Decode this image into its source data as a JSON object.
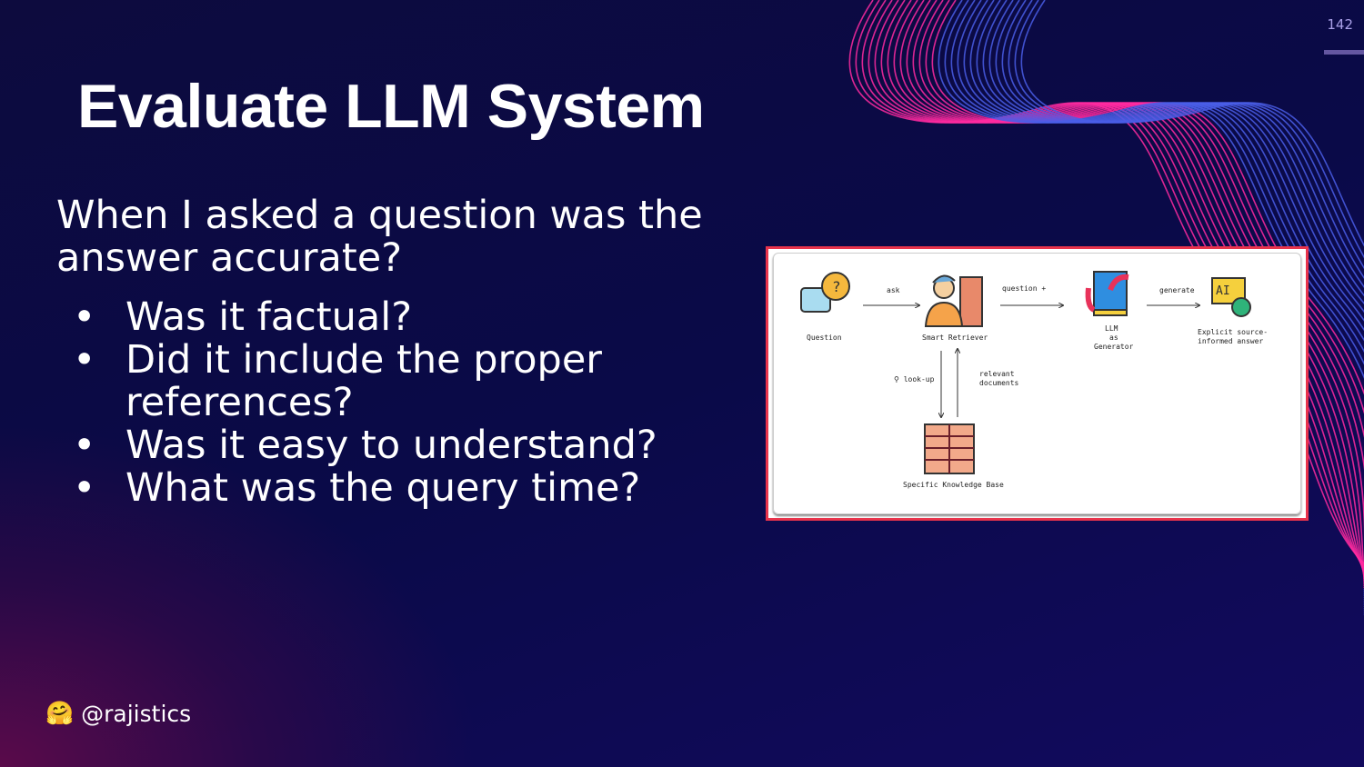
{
  "slide": {
    "number": "142",
    "title": "Evaluate LLM System",
    "intro": "When I asked a question was the answer accurate?",
    "bullets": [
      "Was it factual?",
      "Did it include the proper references?",
      "Was it easy to understand?",
      "What was the query time?"
    ],
    "bullet_symbol": "•"
  },
  "diagram": {
    "question": "Question",
    "ask": "ask",
    "retriever": "Smart Retriever",
    "question_plus": "question +",
    "llm": "LLM",
    "as": "as",
    "generator": "Generator",
    "generate": "generate",
    "answer1": "Explicit source-",
    "answer2": "informed answer",
    "lookup": "look-up",
    "relevant1": "relevant",
    "relevant2": "documents",
    "kb": "Specific Knowledge Base"
  },
  "footer": {
    "handle": "@rajistics",
    "emoji": "🤗"
  },
  "colors": {
    "accent": "#e8344c",
    "wave_pink": "#ff2aa0",
    "wave_blue": "#4a5ee8"
  }
}
